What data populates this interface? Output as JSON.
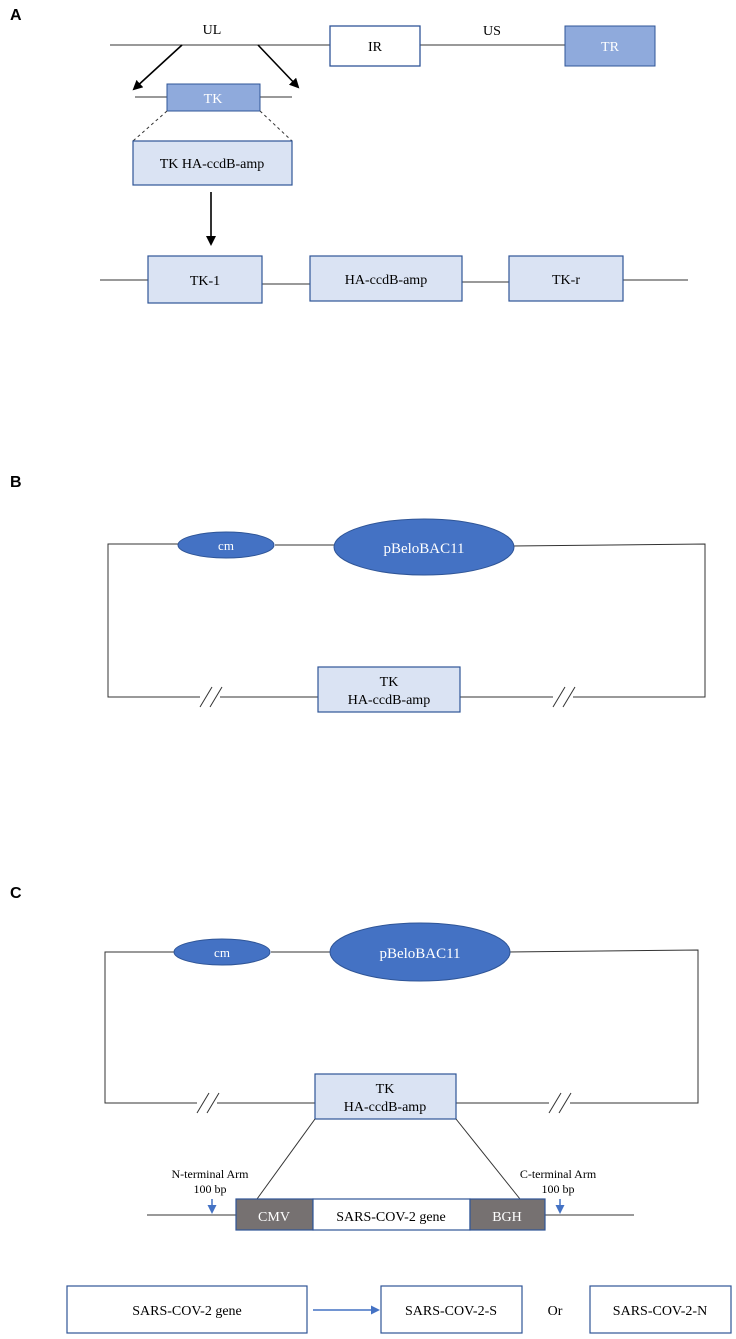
{
  "panels": {
    "a": {
      "letter": "A",
      "ul_label": "UL",
      "us_label": "US",
      "ir_label": "IR",
      "tr_label": "TR",
      "tk_label": "TK",
      "tk_cassette_label": "TK HA-ccdB-amp",
      "tk1_label": "TK-1",
      "ha_label": "HA-ccdB-amp",
      "tkr_label": "TK-r"
    },
    "b": {
      "letter": "B",
      "cm_label": "cm",
      "bac_label": "pBeloBAC11",
      "tk_line1": "TK",
      "tk_line2": "HA-ccdB-amp"
    },
    "c": {
      "letter": "C",
      "cm_label": "cm",
      "bac_label": "pBeloBAC11",
      "tk_line1": "TK",
      "tk_line2": "HA-ccdB-amp",
      "n_arm_line1": "N-terminal Arm",
      "n_arm_line2": "100 bp",
      "c_arm_line1": "C-terminal Arm",
      "c_arm_line2": "100 bp",
      "cmv_label": "CMV",
      "gene_label": "SARS-COV-2 gene",
      "bgh_label": "BGH",
      "legend_gene": "SARS-COV-2 gene",
      "legend_s": "SARS-COV-2-S",
      "legend_or": "Or",
      "legend_n": "SARS-COV-2-N"
    }
  },
  "colors": {
    "dark_blue": "#4472c4",
    "mid_blue": "#8faadc",
    "light_blue": "#dae3f3",
    "border_blue": "#2f5597",
    "grey": "#767171",
    "arrow_blue": "#4472c4"
  }
}
